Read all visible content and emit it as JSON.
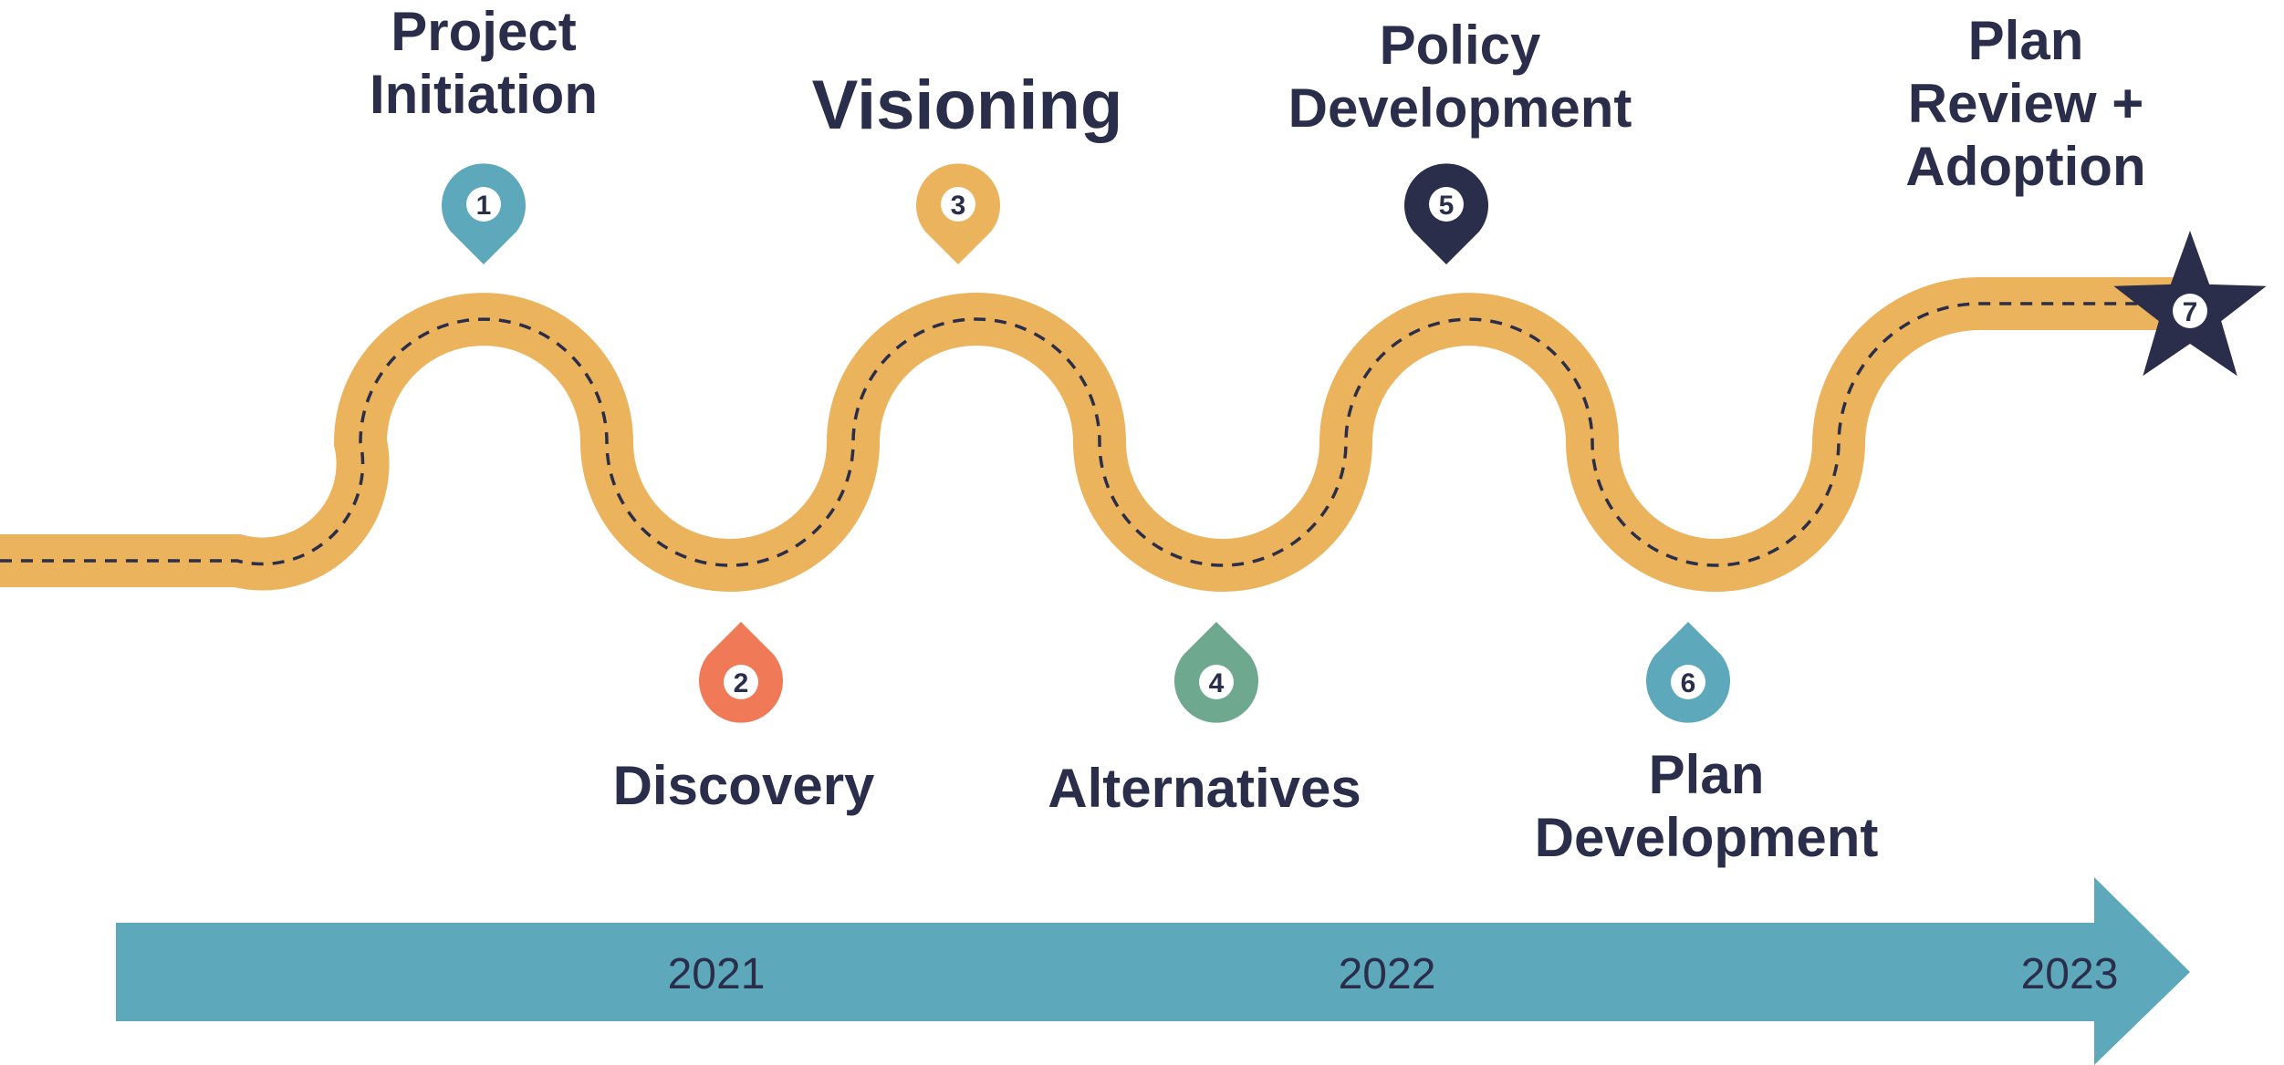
{
  "colors": {
    "road": "#ecb35d",
    "dash": "#2b2e4a",
    "text": "#2b2e4a",
    "arrow": "#5ea8bc",
    "pin_blue": "#5ea8bc",
    "pin_yellow": "#ecb35d",
    "pin_navy": "#2b2e4a",
    "pin_orange": "#f07a57",
    "pin_green": "#6ea88e"
  },
  "milestones": [
    {
      "number": "1",
      "label": "Project\nInitiation",
      "color": "#5ea8bc",
      "icon": "map-pin-icon"
    },
    {
      "number": "2",
      "label": "Discovery",
      "color": "#f07a57",
      "icon": "map-pin-icon"
    },
    {
      "number": "3",
      "label": "Visioning",
      "color": "#ecb35d",
      "icon": "map-pin-icon"
    },
    {
      "number": "4",
      "label": "Alternatives",
      "color": "#6ea88e",
      "icon": "map-pin-icon"
    },
    {
      "number": "5",
      "label": "Policy\nDevelopment",
      "color": "#2b2e4a",
      "icon": "map-pin-icon"
    },
    {
      "number": "6",
      "label": "Plan\nDevelopment",
      "color": "#5ea8bc",
      "icon": "map-pin-icon"
    },
    {
      "number": "7",
      "label": "Plan\nReview +\nAdoption",
      "color": "#2b2e4a",
      "icon": "star-icon"
    }
  ],
  "timeline": {
    "years": [
      "2021",
      "2022",
      "2023"
    ]
  }
}
